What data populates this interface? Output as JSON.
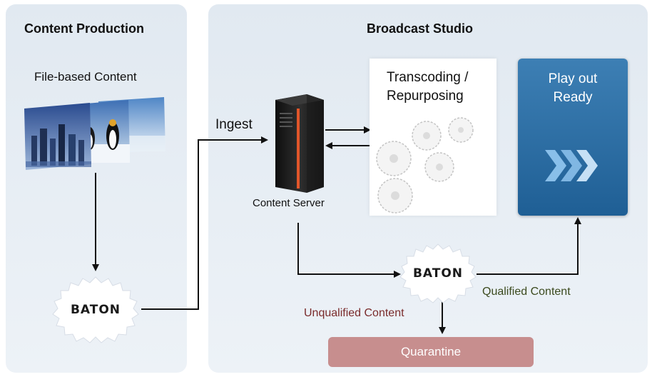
{
  "left_panel": {
    "title": "Content Production",
    "file_label": "File-based Content"
  },
  "right_panel": {
    "title": "Broadcast Studio"
  },
  "ingest_label": "Ingest",
  "server_label": "Content Server",
  "transcode_label": "Transcoding /\nRepurposing",
  "playout_label": "Play out\nReady",
  "baton_label": "BATON",
  "qualified_label": "Qualified Content",
  "unqualified_label": "Unqualified Content",
  "quarantine_label": "Quarantine",
  "colors": {
    "panel_bg": "#e3eaf2",
    "qualified_text": "#3b4a1e",
    "unqualified_text": "#7a2b2b",
    "quarantine_fill": "#c78e8e",
    "playout_fill": "#2b6ba3",
    "server_stripe": "#e2562a"
  }
}
